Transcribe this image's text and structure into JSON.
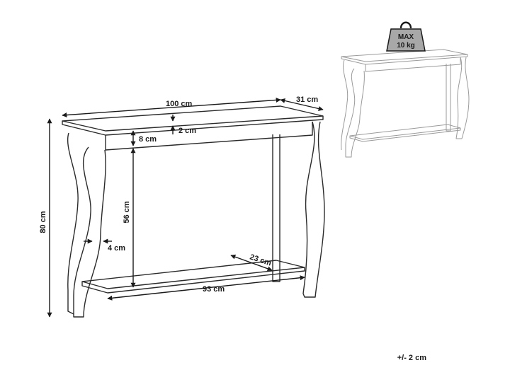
{
  "dimensions": {
    "width": "100 cm",
    "depth": "31 cm",
    "top_thickness": "2 cm",
    "apron_height": "8 cm",
    "height": "80 cm",
    "leg_to_shelf_height": "56 cm",
    "leg_width": "4 cm",
    "shelf_depth": "23 cm",
    "shelf_width": "93 cm"
  },
  "weight_badge": {
    "line1": "MAX",
    "line2": "10 kg"
  },
  "tolerance": "+/- 2 cm",
  "colors": {
    "line": "#2a2a2a",
    "light_line": "#9a9a9a",
    "weight_fill": "#a8a8a8"
  }
}
